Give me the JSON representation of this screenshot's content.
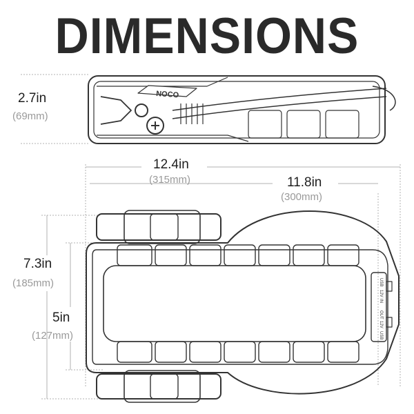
{
  "title": "DIMENSIONS",
  "brand_logo_text": "NOCO",
  "dimensions": {
    "height": {
      "imperial": "2.7in",
      "metric": "(69mm)"
    },
    "length_total": {
      "imperial": "12.4in",
      "metric": "(315mm)"
    },
    "length_body": {
      "imperial": "11.8in",
      "metric": "(300mm)"
    },
    "width_total": {
      "imperial": "7.3in",
      "metric": "(185mm)"
    },
    "width_body": {
      "imperial": "5in",
      "metric": "(127mm)"
    }
  },
  "port_labels": [
    "USB",
    "12V",
    "IN",
    "OUT",
    "12V",
    "USB"
  ],
  "colors": {
    "text": "#1e1e1e",
    "muted": "#9a9a9a",
    "line": "#333333",
    "dim_line": "#b0b0b0"
  }
}
